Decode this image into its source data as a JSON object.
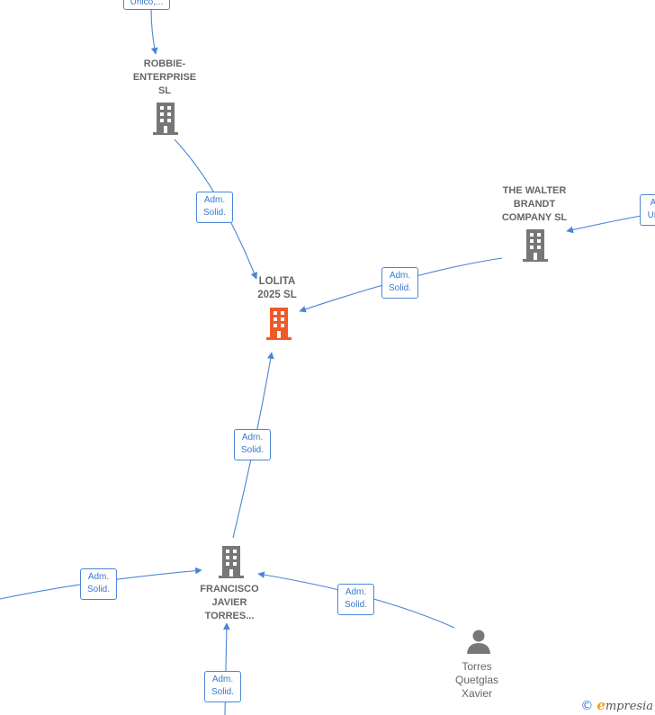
{
  "nodes": {
    "robbie": {
      "label": "ROBBIE-\nENTERPRISE\nSL",
      "icon": "building-icon",
      "color": "#777777"
    },
    "lolita": {
      "label": "LOLITA\n2025  SL",
      "icon": "building-icon",
      "color": "#f05a28"
    },
    "walter": {
      "label": "THE WALTER\nBRANDT\nCOMPANY  SL",
      "icon": "building-icon",
      "color": "#777777"
    },
    "francisco": {
      "label": "FRANCISCO\nJAVIER\nTORRES...",
      "icon": "building-icon",
      "color": "#777777"
    },
    "torres": {
      "label": "Torres\nQuetglas\nXavier",
      "icon": "person-icon",
      "color": "#777777"
    }
  },
  "edge_labels": {
    "top_cut": "Unico,...",
    "robbie_lolita": "Adm.\nSolid.",
    "walter_lolita": "Adm.\nSolid.",
    "right_cut": "A\nUn",
    "francisco_lolita": "Adm.\nSolid.",
    "left_francisco": "Adm.\nSolid.",
    "torres_francisco": "Adm.\nSolid.",
    "bottom_francisco": "Adm.\nSolid."
  },
  "colors": {
    "edge": "#4a86d4",
    "text": "#666666"
  },
  "brand": {
    "symbol": "©",
    "first_letter": "e",
    "rest": "mpresia"
  }
}
